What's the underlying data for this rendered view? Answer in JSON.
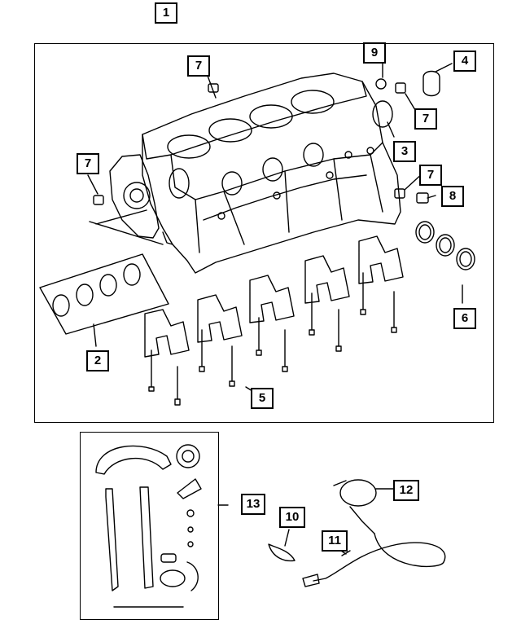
{
  "callouts": {
    "c1": "1",
    "c2": "2",
    "c3": "3",
    "c4": "4",
    "c5": "5",
    "c6": "6",
    "c7a": "7",
    "c7b": "7",
    "c7c": "7",
    "c7d": "7",
    "c8": "8",
    "c9": "9",
    "c10": "10",
    "c11": "11",
    "c12": "12",
    "c13": "13"
  },
  "colors": {
    "line": "#000000",
    "background": "#ffffff"
  }
}
